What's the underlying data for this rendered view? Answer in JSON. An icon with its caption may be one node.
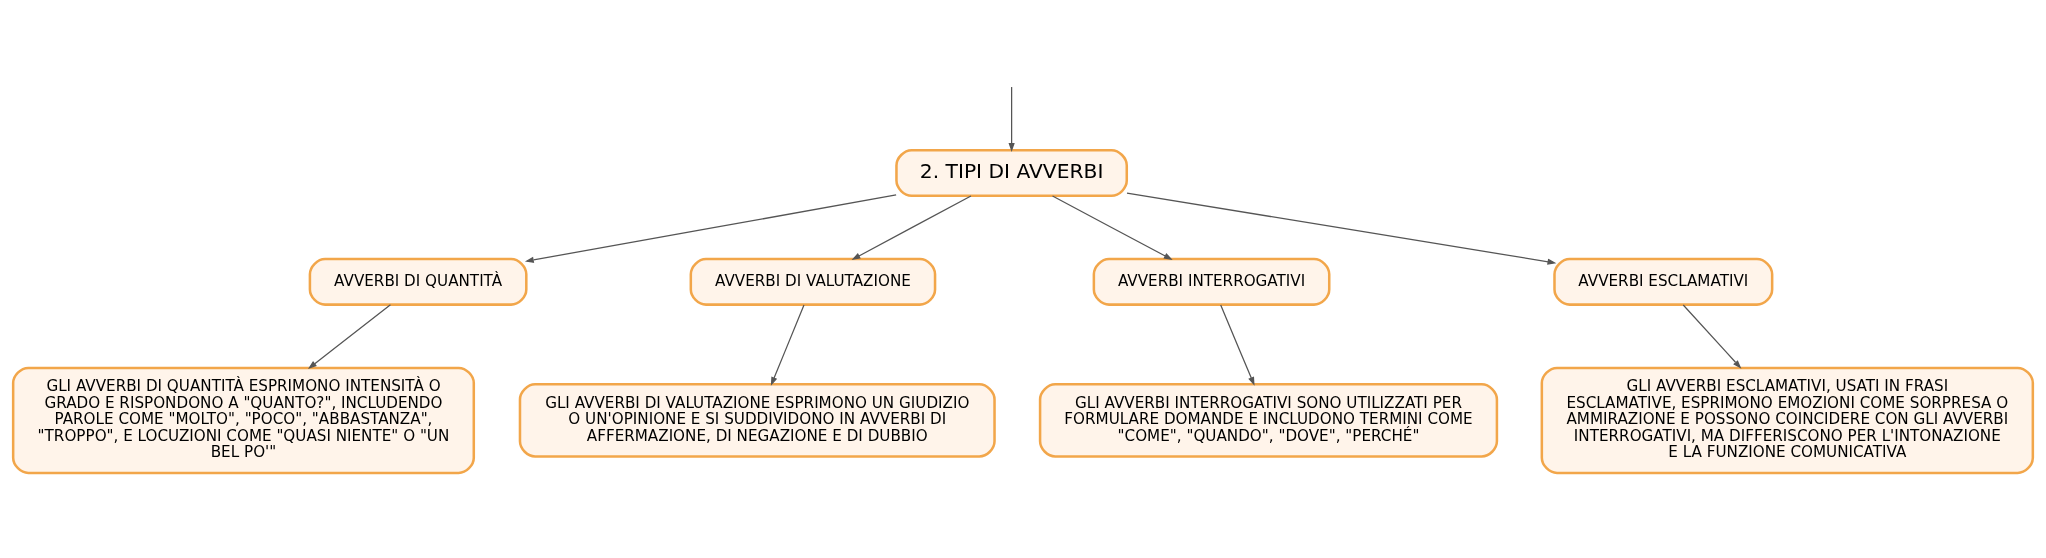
{
  "diagram": {
    "nodes": [
      {
        "text": [
          "2. TIPI DI AVVERBI"
        ]
      },
      {
        "text": [
          "AVVERBI DI QUANTITÀ"
        ]
      },
      {
        "text": [
          "AVVERBI DI VALUTAZIONE"
        ]
      },
      {
        "text": [
          "AVVERBI INTERROGATIVI"
        ]
      },
      {
        "text": [
          "AVVERBI ESCLAMATIVI"
        ]
      },
      {
        "text": [
          "GLI AVVERBI DI QUANTITÀ ESPRIMONO INTENSITÀ O GRADO E RISPONDONO A \"QUANTO?\", INCLUDENDO PAROLE COME \"MOLTO\", \"POCO\", \"ABBASTANZA\", \"TROPPO\", E LOCUZIONI COME \"QUASI NIENTE\" O \"UN BEL PO'\""
        ]
      },
      {
        "text": [
          "GLI AVVERBI DI VALUTAZIONE ESPRIMONO UN GIUDIZIO O UN'OPINIONE E SI SUDDIVIDONO IN AVVERBI DI AFFERMAZIONE, DI NEGAZIONE E DI DUBBIO"
        ]
      },
      {
        "text": [
          "GLI AVVERBI INTERROGATIVI SONO UTILIZZATI PER FORMULARE DOMANDE E INCLUDONO TERMINI COME \"COME\", \"QUANDO\", \"DOVE\", \"PERCHÉ\""
        ]
      },
      {
        "text": [
          "GLI AVVERBI ESCLAMATIVI, USATI IN FRASI ESCLAMATIVE, ESPRIMONO EMOZIONI COME SORPRESA O AMMIRAZIONE E POSSONO COINCIDERE CON GLI AVVERBI INTERROGATIVI, MA DIFFERISCONO PER L'INTONAZIONE E LA FUNZIONE COMUNICATIVA"
        ]
      }
    ],
    "edges": [
      {
        "from": null,
        "to": 0,
        "arrow": "to"
      },
      {
        "from": 0,
        "to": 1,
        "arrow": "to"
      },
      {
        "from": 0,
        "to": 2,
        "arrow": "to"
      },
      {
        "from": 0,
        "to": 3,
        "arrow": "to"
      },
      {
        "from": 0,
        "to": 4,
        "arrow": "to"
      },
      {
        "from": 1,
        "to": 5,
        "arrow": "to"
      },
      {
        "from": 2,
        "to": 6,
        "arrow": "to"
      },
      {
        "from": 3,
        "to": 7,
        "arrow": "to"
      },
      {
        "from": 4,
        "to": 8,
        "arrow": "to"
      }
    ]
  }
}
